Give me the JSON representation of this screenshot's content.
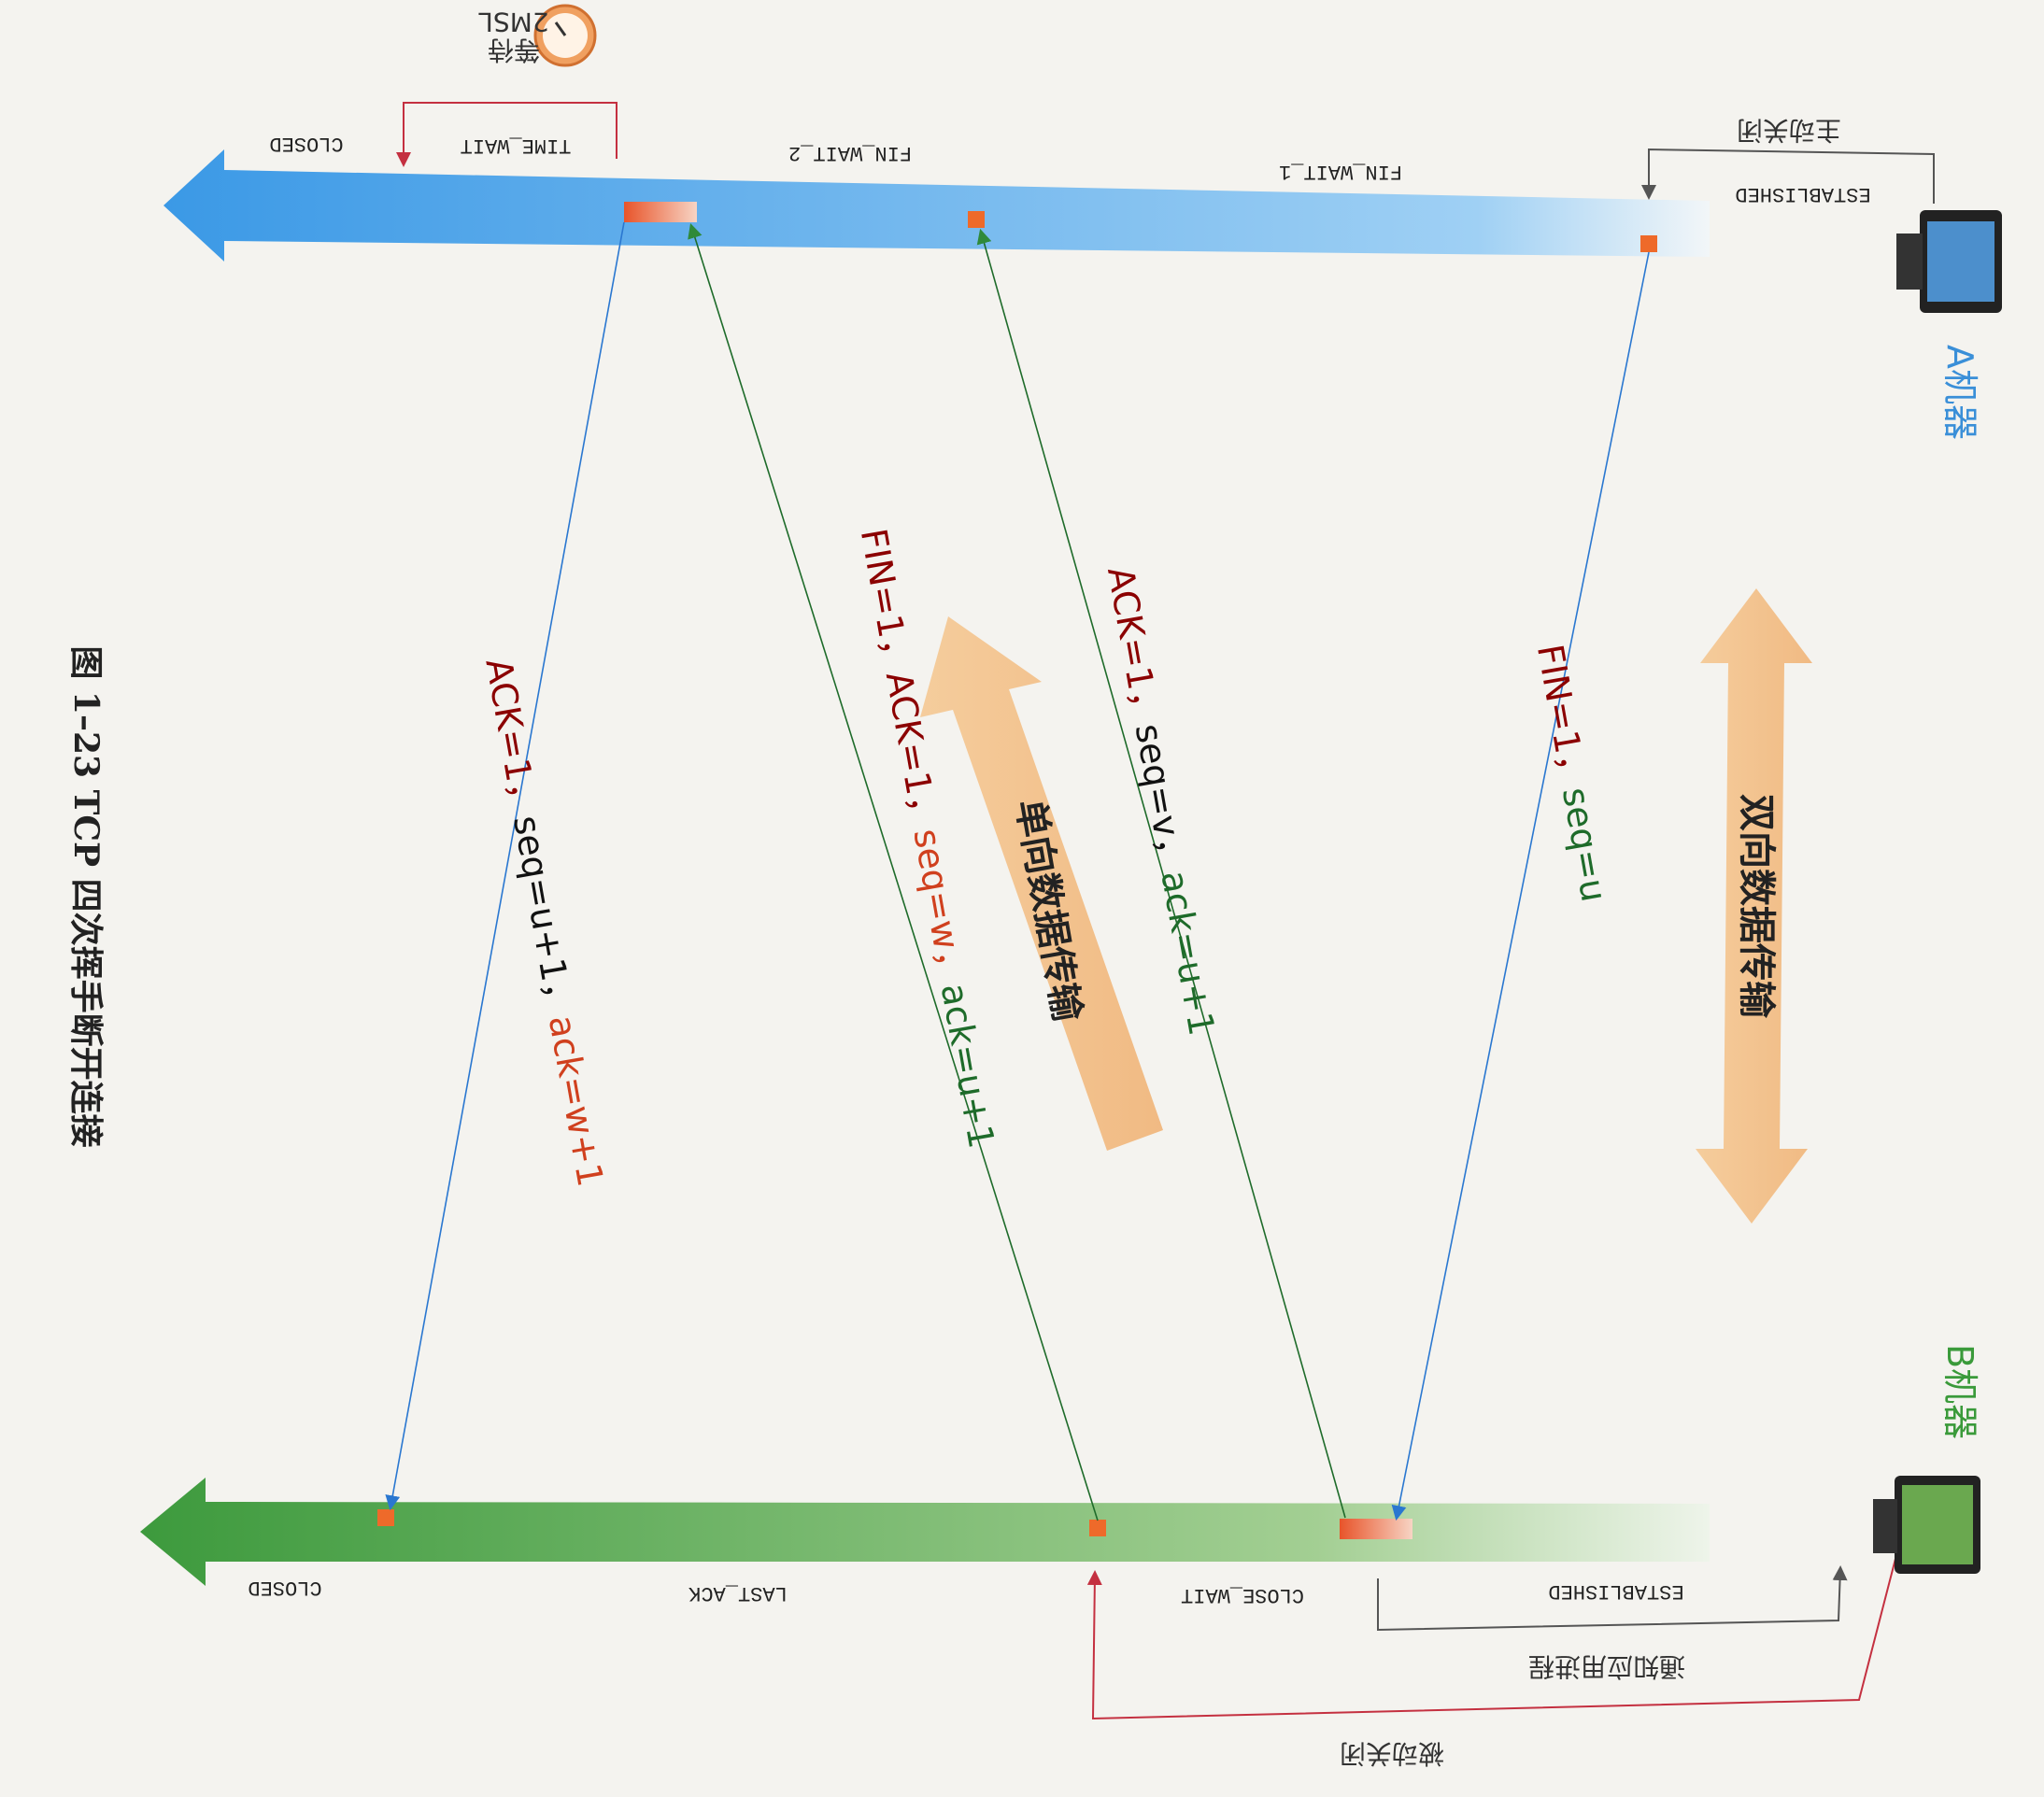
{
  "machines": {
    "a": {
      "label": "A机器",
      "color": "#3a8fd8"
    },
    "b": {
      "label": "B机器",
      "color": "#3a9a3a"
    }
  },
  "a_timeline": {
    "states": [
      "ESTABLISHED",
      "FIN_WAIT_1",
      "FIN_WAIT_2",
      "TIME_WAIT",
      "CLOSED"
    ],
    "active_close": "主动关闭",
    "wait": "等待",
    "wait_time": "2MSL"
  },
  "b_timeline": {
    "states": [
      "ESTABLISHED",
      "CLOSE_WAIT",
      "LAST_ACK",
      "CLOSED"
    ],
    "notify_app": "通知应用进程",
    "passive_close": "被动关闭"
  },
  "messages": [
    {
      "parts": [
        {
          "text": "FIN=1，",
          "color": "#8b0000"
        },
        {
          "text": "seq=u",
          "color": "#1e6b2a"
        }
      ]
    },
    {
      "parts": [
        {
          "text": "ACK=1，",
          "color": "#8b0000"
        },
        {
          "text": "seq=v，",
          "color": "#111111"
        },
        {
          "text": "ack=u+1",
          "color": "#1e6b2a"
        }
      ]
    },
    {
      "parts": [
        {
          "text": "FIN=1，",
          "color": "#8b0000"
        },
        {
          "text": "ACK=1，",
          "color": "#8b0000"
        },
        {
          "text": "seq=w，",
          "color": "#d0401e"
        },
        {
          "text": "ack=u+1",
          "color": "#1e6b2a"
        }
      ]
    },
    {
      "parts": [
        {
          "text": "ACK=1，",
          "color": "#8b0000"
        },
        {
          "text": "seq=u+1，",
          "color": "#111111"
        },
        {
          "text": "ack=w+1",
          "color": "#d0401e"
        }
      ]
    }
  ],
  "transfer": {
    "bidirectional": "双向数据传输",
    "unidirectional": "单向数据传输"
  },
  "caption": "图 1–23  TCP 四次挥手断开连接"
}
